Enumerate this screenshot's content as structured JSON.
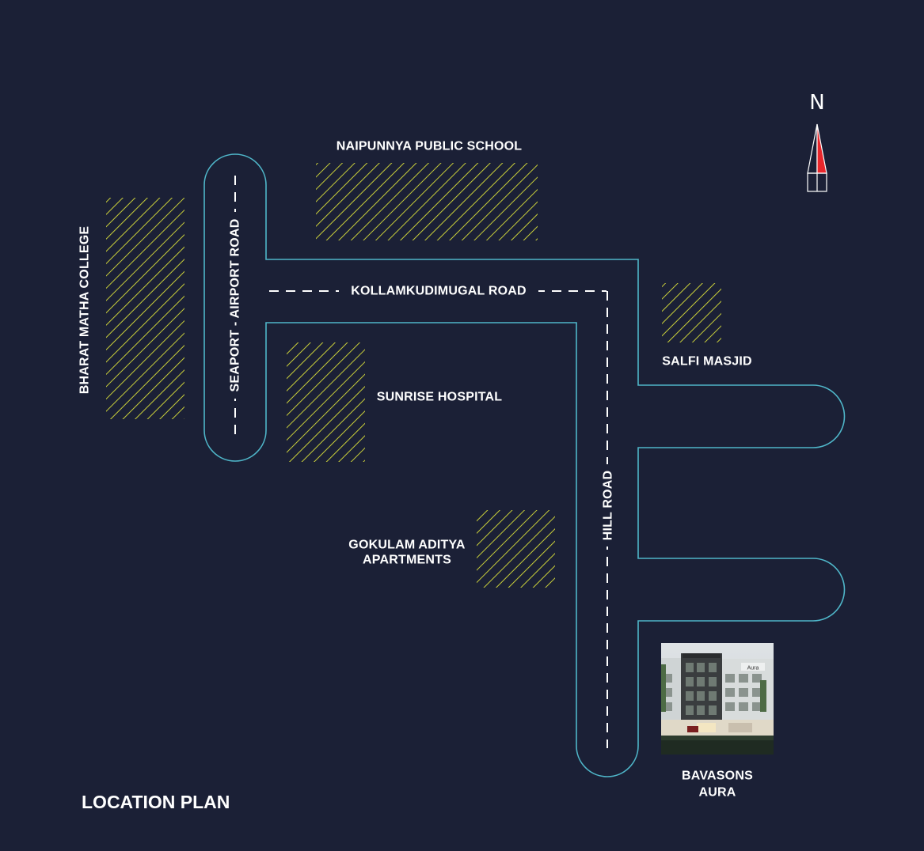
{
  "title": "LOCATION PLAN",
  "north_label": "N",
  "roads": {
    "seaport": "SEAPORT - AIRPORT ROAD",
    "kollam": "KOLLAMKUDIMUGAL ROAD",
    "hill": "HILL ROAD"
  },
  "landmarks": {
    "bharat": "BHARAT MATHA COLLEGE",
    "naipunnya": "NAIPUNNYA PUBLIC SCHOOL",
    "sunrise": "SUNRISE HOSPITAL",
    "salfi": "SALFI MASJID",
    "gokulam_line1": "GOKULAM ADITYA",
    "gokulam_line2": "APARTMENTS",
    "bavasons_line1": "BAVASONS",
    "bavasons_line2": "AURA"
  },
  "photo_sign": "Aura",
  "colors": {
    "background": "#1b2036",
    "road_outline": "#4fb6c9",
    "hatch": "#c9cf3a",
    "north_arrow": "#e8262b"
  }
}
